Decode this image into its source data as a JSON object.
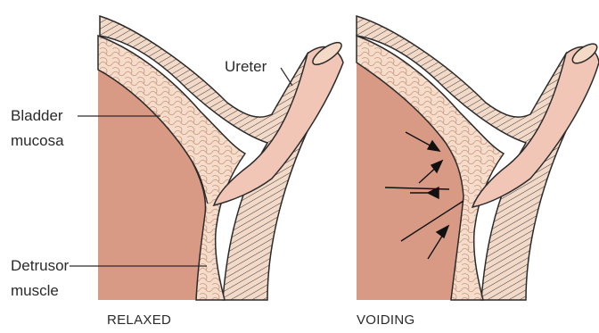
{
  "labels": {
    "ureter": "Ureter",
    "bladder_mucosa_1": "Bladder",
    "bladder_mucosa_2": "mucosa",
    "detrusor_1": "Detrusor",
    "detrusor_2": "muscle"
  },
  "captions": {
    "left": "RELAXED",
    "right": "VOIDING"
  },
  "colors": {
    "lumen": "#d89a84",
    "muscle": "#f4d9c6",
    "mucosa_band": "#edb8a4",
    "ureter": "#f2c6b6",
    "outline": "#2b2b2b"
  }
}
